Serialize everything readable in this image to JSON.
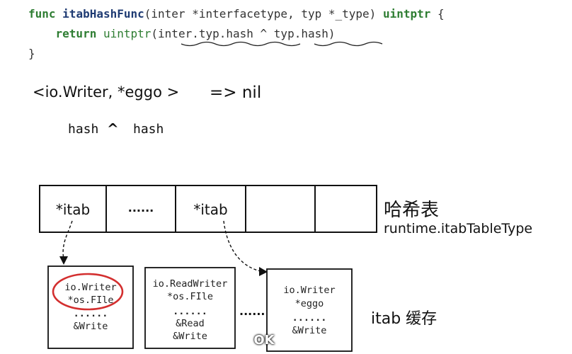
{
  "code": {
    "line1": {
      "func_kw": "func",
      "fn_name": "itabHashFunc",
      "params_open": "(inter *",
      "param1_type": "interfacetype",
      "params_mid": ", typ *",
      "param2_type": "_type",
      "params_close": ") ",
      "ret_type": "uintptr",
      "brace": " {"
    },
    "line2": {
      "return_kw": "return",
      "call": "uintptr",
      "expr": "(inter.typ.hash ^ typ.hash)"
    },
    "line3": {
      "brace": "}"
    }
  },
  "notes": {
    "pair": "<io.Writer, *eggo >",
    "arrow_result": "=> nil",
    "hash_left": "hash",
    "hash_op": "^",
    "hash_right": "hash"
  },
  "table": {
    "cells": [
      "*itab",
      "......",
      "*itab",
      "",
      ""
    ],
    "label_cn": "哈希表",
    "label_type": "runtime.itabTableType"
  },
  "cache": {
    "box1": {
      "line1": "io.Writer",
      "line2": "*os.FIle",
      "line3": "......",
      "line4": "&Write"
    },
    "box2": {
      "line1": "io.ReadWriter",
      "line2": "*os.FIle",
      "line3": "......",
      "line4": "&Read",
      "line5": "&Write"
    },
    "between": "......",
    "box3": {
      "line1": "io.Writer",
      "line2": "*eggo",
      "line3": "......",
      "line4": "&Write"
    },
    "label": "itab 缓存"
  },
  "overlay": {
    "ok": "OK"
  },
  "watermark": "",
  "colors": {
    "keyword": "#2e7d32",
    "function": "#1f3b73",
    "highlight_circle": "#d32f2f"
  }
}
